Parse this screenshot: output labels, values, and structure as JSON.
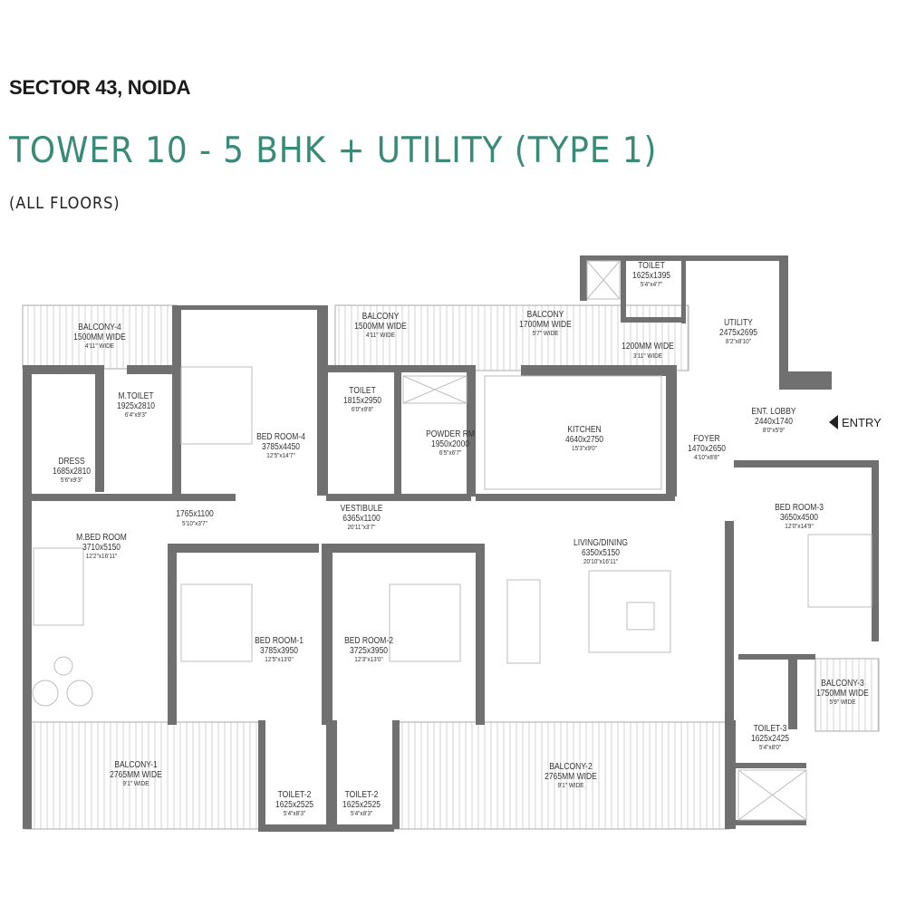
{
  "header": {
    "location": "SECTOR 43, NOIDA",
    "title": "TOWER 10 - 5 BHK + UTILITY (TYPE 1)",
    "subtitle": "(ALL FLOORS)",
    "accent_color": "#3a8a78"
  },
  "entry": {
    "label": "ENTRY",
    "icon": "arrow-left-triangle-icon"
  },
  "rooms": {
    "balcony4": {
      "name": "BALCONY-4",
      "dim": "1500MM WIDE",
      "imp": "4'11\" WIDE"
    },
    "m_toilet": {
      "name": "M.TOILET",
      "dim": "1925x2810",
      "imp": "6'4\"x9'3\""
    },
    "dress": {
      "name": "DRESS",
      "dim": "1685x2810",
      "imp": "5'6\"x9'3\""
    },
    "bedroom4": {
      "name": "BED ROOM-4",
      "dim": "3785x4450",
      "imp": "12'5\"x14'7\""
    },
    "balcony_top": {
      "name": "BALCONY",
      "dim": "1500MM WIDE",
      "imp": "4'11\" WIDE"
    },
    "balcony_top2": {
      "name": "BALCONY",
      "dim": "1700MM WIDE",
      "imp": "5'7\" WIDE"
    },
    "passage_1200": {
      "name": "",
      "dim": "1200MM WIDE",
      "imp": "3'11\" WIDE"
    },
    "toilet_top": {
      "name": "TOILET",
      "dim": "1815x2950",
      "imp": "6'0\"x9'8\""
    },
    "powder": {
      "name": "POWDER RM",
      "dim": "1950x2000",
      "imp": "6'5\"x6'7\""
    },
    "kitchen": {
      "name": "KITCHEN",
      "dim": "4640x2750",
      "imp": "15'3\"x9'0\""
    },
    "toilet_utility": {
      "name": "TOILET",
      "dim": "1625x1395",
      "imp": "5'4\"x4'7\""
    },
    "utility": {
      "name": "UTILITY",
      "dim": "2475x2695",
      "imp": "8'2\"x8'10\""
    },
    "ent_lobby": {
      "name": "ENT. LOBBY",
      "dim": "2440x1740",
      "imp": "8'0\"x5'9\""
    },
    "foyer": {
      "name": "FOYER",
      "dim": "1470x2650",
      "imp": "4'10\"x8'8\""
    },
    "passage_1765": {
      "name": "",
      "dim": "1765x1100",
      "imp": "5'10\"x3'7\""
    },
    "vestibule": {
      "name": "VESTIBULE",
      "dim": "6365x1100",
      "imp": "20'11\"x3'7\""
    },
    "m_bedroom": {
      "name": "M.BED ROOM",
      "dim": "3710x5150",
      "imp": "12'2\"x16'11\""
    },
    "bedroom1": {
      "name": "BED ROOM-1",
      "dim": "3785x3950",
      "imp": "12'5\"x13'0\""
    },
    "bedroom2": {
      "name": "BED ROOM-2",
      "dim": "3725x3950",
      "imp": "12'3\"x13'0\""
    },
    "living": {
      "name": "LIVING/DINING",
      "dim": "6350x5150",
      "imp": "20'10\"x16'11\""
    },
    "bedroom3": {
      "name": "BED ROOM-3",
      "dim": "3650x4500",
      "imp": "12'0\"x14'9\""
    },
    "balcony3": {
      "name": "BALCONY-3",
      "dim": "1750MM WIDE",
      "imp": "5'9\" WIDE"
    },
    "toilet3": {
      "name": "TOILET-3",
      "dim": "1625x2425",
      "imp": "5'4\"x8'0\""
    },
    "balcony1": {
      "name": "BALCONY-1",
      "dim": "2765MM WIDE",
      "imp": "9'1\" WIDE"
    },
    "toilet2a": {
      "name": "TOILET-2",
      "dim": "1625x2525",
      "imp": "5'4\"x8'3\""
    },
    "toilet2b": {
      "name": "TOILET-2",
      "dim": "1625x2525",
      "imp": "5'4\"x8'3\""
    },
    "balcony2": {
      "name": "BALCONY-2",
      "dim": "2765MM WIDE",
      "imp": "9'1\" WIDE"
    }
  }
}
